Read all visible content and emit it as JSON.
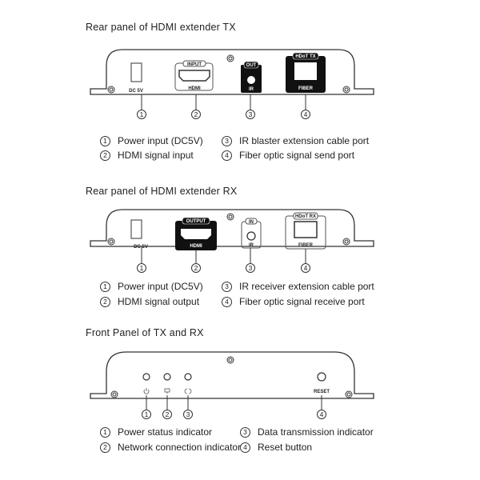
{
  "sections": [
    {
      "title": "Rear panel of HDMI extender TX",
      "ports": {
        "dc": "DC 5V",
        "hdmi_top": "INPUT",
        "hdmi_bottom": "HDMI",
        "ir_top": "OUT",
        "ir_bottom": "IR",
        "fiber_top": "HDoT TX",
        "fiber_bottom": "FIBER"
      },
      "callouts": [
        "1",
        "2",
        "3",
        "4"
      ],
      "legend": [
        {
          "num": "1",
          "text": "Power input (DC5V)"
        },
        {
          "num": "3",
          "text": "IR blaster extension cable port"
        },
        {
          "num": "2",
          "text": "HDMI signal input"
        },
        {
          "num": "4",
          "text": "Fiber optic signal send port"
        }
      ]
    },
    {
      "title": "Rear panel of HDMI extender RX",
      "ports": {
        "dc": "DC 5V",
        "hdmi_top": "OUTPUT",
        "hdmi_bottom": "HDMI",
        "ir_top": "IN",
        "ir_bottom": "IR",
        "fiber_top": "HDoT RX",
        "fiber_bottom": "FIBER"
      },
      "callouts": [
        "1",
        "2",
        "3",
        "4"
      ],
      "legend": [
        {
          "num": "1",
          "text": "Power input (DC5V)"
        },
        {
          "num": "3",
          "text": "IR receiver extension cable port"
        },
        {
          "num": "2",
          "text": "HDMI signal output"
        },
        {
          "num": "4",
          "text": "Fiber optic signal receive port"
        }
      ]
    },
    {
      "title": "Front Panel of TX and RX",
      "ports": {
        "reset": "RESET"
      },
      "icons": [
        "power-icon",
        "network-icon",
        "data-transmission-icon"
      ],
      "callouts": [
        "1",
        "2",
        "3",
        "4"
      ],
      "legend": [
        {
          "num": "1",
          "text": "Power status indicator"
        },
        {
          "num": "3",
          "text": "Data transmission indicator"
        },
        {
          "num": "2",
          "text": "Network connection indicator"
        },
        {
          "num": "4",
          "text": "Reset button"
        }
      ]
    }
  ]
}
